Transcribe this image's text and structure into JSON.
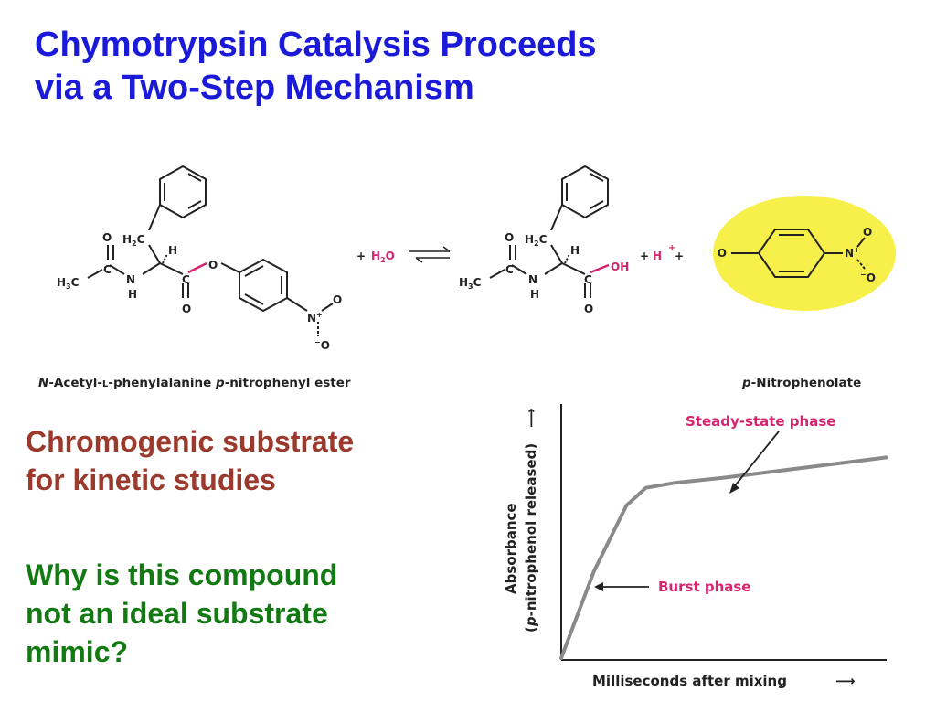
{
  "slide": {
    "title_line1": "Chymotrypsin Catalysis Proceeds",
    "title_line2": "via a Two-Step Mechanism"
  },
  "reaction": {
    "substrate_name_italic_prefix": "N",
    "substrate_name_mid": "-Acetyl-",
    "substrate_name_smallcap": "L",
    "substrate_name_rest": "-phenylalanine ",
    "substrate_name_italic_p": "p",
    "substrate_name_end": "-nitrophenyl ester",
    "product_name_italic_p": "p",
    "product_name_rest": "-Nitrophenolate",
    "plus_sign": "+",
    "water": "H₂O",
    "proton": "H",
    "proton_charge": "+",
    "colors": {
      "bond_highlight": "#d6246e",
      "water": "#d6246e",
      "proton": "#d6246e",
      "product_ellipse": "#f7ef4a",
      "oxygen_label": "#c8246a"
    }
  },
  "notes": {
    "chromogenic_line1": "Chromogenic substrate",
    "chromogenic_line2": "for kinetic studies",
    "question_line1": "Why is this compound",
    "question_line2": "not an ideal substrate",
    "question_line3": "mimic?",
    "colors": {
      "chromogenic": "#9b3a2c",
      "question": "#137a13"
    }
  },
  "chart_data": {
    "type": "line",
    "title": "",
    "xlabel": "Milliseconds after mixing",
    "ylabel_line1": "Absorbance",
    "ylabel_line2_italic": "p",
    "ylabel_line2_rest": "-nitrophenol released)",
    "ylabel_line2_open": "(",
    "axis_arrow": "⟶",
    "annotations": [
      {
        "text": "Steady-state phase",
        "points_to": "steady-state slope"
      },
      {
        "text": "Burst phase",
        "points_to": "initial rapid rise"
      }
    ],
    "series": [
      {
        "values_description": "rapid linear burst followed by slow linear steady state",
        "x": [
          0,
          0.1,
          0.2,
          0.26,
          0.35,
          0.5,
          0.75,
          1.0
        ],
        "y": [
          0,
          0.34,
          0.6,
          0.67,
          0.69,
          0.71,
          0.75,
          0.79
        ]
      }
    ],
    "grid": false,
    "colors": {
      "line": "#8a8a8a",
      "annotation": "#d6246e"
    }
  }
}
